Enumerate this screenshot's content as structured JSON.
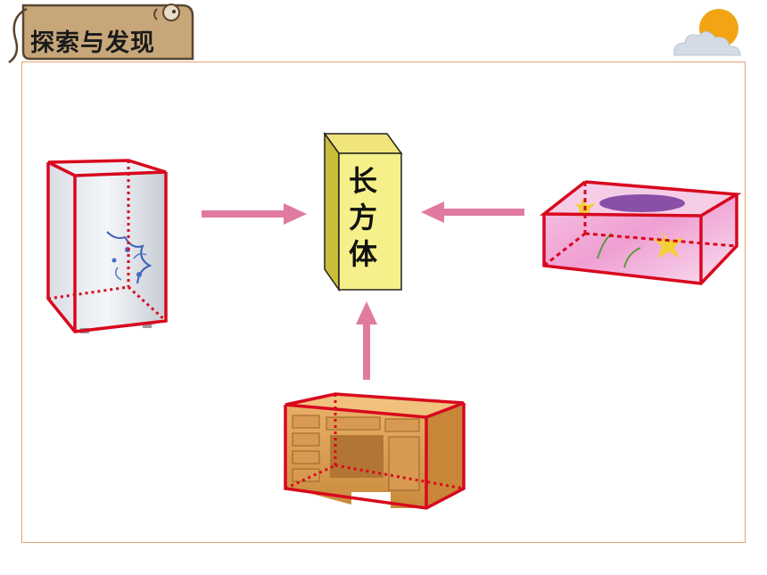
{
  "header": {
    "title": "探索与发现"
  },
  "center": {
    "label_chars": [
      "长",
      "方",
      "体"
    ]
  },
  "colors": {
    "badge_fill": "#c7a77a",
    "cuboid_front": "#f6f08a",
    "cuboid_top": "#efe57a",
    "cuboid_side": "#c9bd3c",
    "arrow": "#e07aa0",
    "wire": "#d8081e",
    "frame": "#e8a070",
    "sun": "#f2a413",
    "cloud": "#d3dce6"
  },
  "objects": [
    "refrigerator",
    "tissue-box",
    "desk"
  ]
}
